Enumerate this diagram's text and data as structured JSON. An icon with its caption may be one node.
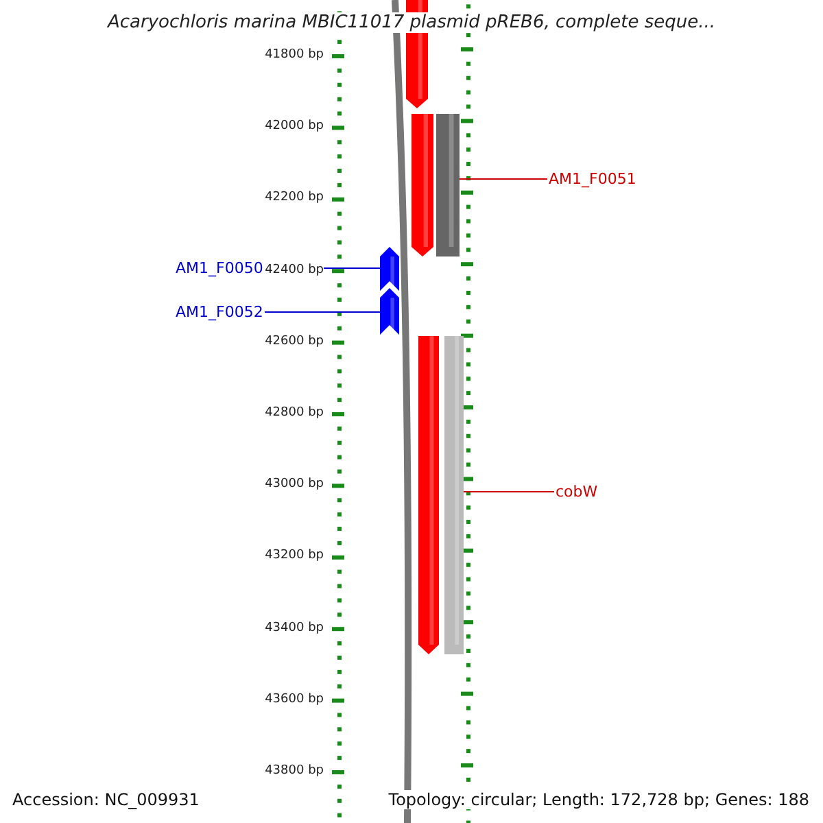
{
  "diagram": {
    "title": "Acaryochloris marina MBIC11017 plasmid pREB6, complete seque...",
    "nodes": [
      {
        "text": [
          "AM1_F0050"
        ]
      },
      {
        "text": [
          "AM1_F0052"
        ]
      },
      {
        "text": [
          "AM1_F0051"
        ]
      },
      {
        "text": [
          "cobW"
        ]
      },
      {
        "text": [],
        "shape": "arrow"
      },
      {
        "text": [],
        "shape": "arrow"
      },
      {
        "text": [],
        "shape": "box"
      },
      {
        "text": [],
        "shape": "box"
      },
      {
        "text": [],
        "shape": "arrow"
      },
      {
        "text": [],
        "shape": "arrow"
      },
      {
        "text": [],
        "shape": "arrow"
      }
    ],
    "edges": [
      {
        "from": 0,
        "to": 4,
        "arrow": "none",
        "color": "#0000cc"
      },
      {
        "from": 1,
        "to": 5,
        "arrow": "none",
        "color": "#0000cc"
      },
      {
        "from": 2,
        "to": 6,
        "arrow": "none",
        "color": "#cc0000"
      },
      {
        "from": 3,
        "to": 7,
        "arrow": "none",
        "color": "#cc0000"
      }
    ],
    "labels": [
      "41800 bp",
      "42000 bp",
      "42200 bp",
      "42400 bp",
      "42600 bp",
      "42800 bp",
      "43000 bp",
      "43200 bp",
      "43400 bp",
      "43600 bp",
      "43800 bp",
      "Accession: NC_009931",
      "Topology: circular; Length: 172,728 bp; Genes: 188"
    ]
  }
}
